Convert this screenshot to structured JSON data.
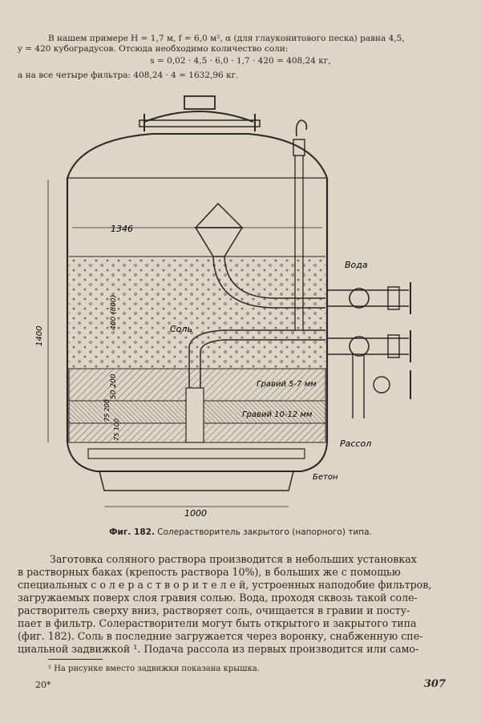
{
  "top": {
    "line1": "В нашем примере H = 1,7 м, f = 6,0 м², α (для глауконитового песка) равна 4,5,",
    "line2": "y = 420 кубоградусов. Отсюда необходимо количество соли:",
    "formula1": "s = 0,02 · 4,5 · 6,0 · 1,7 · 420 = 408,24 кг,",
    "line3": "а на все четыре фильтра: 408,24 · 4 = 1632,96 кг."
  },
  "figure": {
    "labels": {
      "dim_width_top": "1346",
      "dim_height": "1400",
      "dim_layer_salt": "400 (800)",
      "dim_layer_g1": "50 200",
      "dim_layer_g2": "75 200",
      "dim_layer_g3": "75 100",
      "water": "Вода",
      "salt": "Соль",
      "gravel1": "Гравий 5-7 мм",
      "gravel2": "Гравий 10-12 мм",
      "brine": "Рассол",
      "concrete": "Бетон",
      "dim_width_bottom": "1000"
    }
  },
  "caption": {
    "label": "Фиг. 182.",
    "text": "Солерастворитель закрытого (напорного) типа."
  },
  "body": [
    "Заготовка соляного раствора производится в небольших установках",
    "в растворных баках (крепость раствора 10%), в больших же с помощью",
    "специальных с о л е р а с т в о р и т е л е й, устроенных наподобие фильтров,",
    "загружаемых поверх слоя гравия солью. Вода, проходя сквозь такой соле-",
    "растворитель сверху вниз, растворяет соль, очищается в гравии и посту-",
    "пает в фильтр. Солерастворители могут быть открытого и закрытого типа",
    "(фиг. 182). Соль в последние загружается через воронку, снабженную спе-",
    "циальной задвижкой ¹. Подача рассола из первых производится или само-"
  ],
  "footnote": "¹ На рисунке вместо задвижки показана крышка.",
  "page_left": "20*",
  "page_number": "307"
}
